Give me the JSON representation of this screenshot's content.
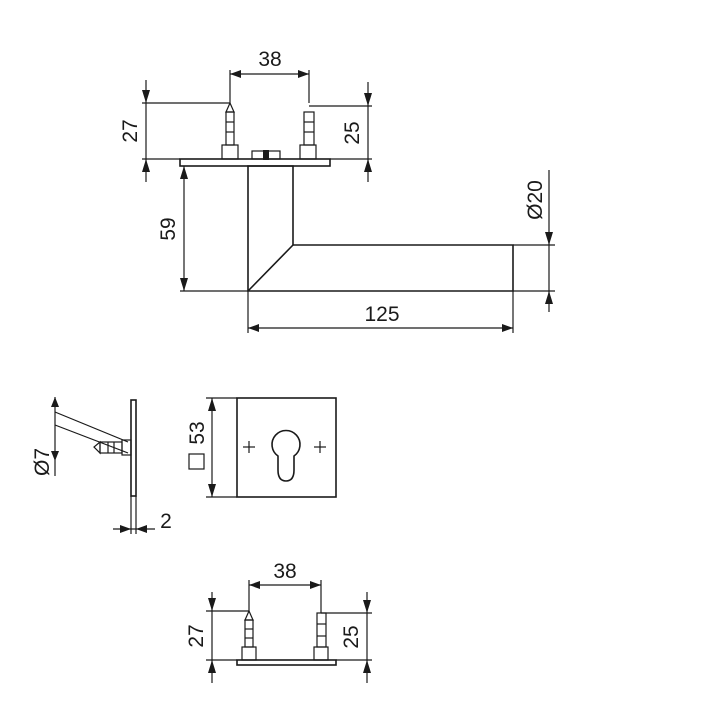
{
  "dimensions": {
    "top_spacing": "38",
    "top_left_height": "27",
    "top_right_height": "25",
    "rose_to_lever": "59",
    "lever_length": "125",
    "lever_diameter": "Ø20",
    "fixing_diameter": "Ø7",
    "rose_thickness": "2",
    "rose_square": "53",
    "bottom_spacing": "38",
    "bottom_left_height": "27",
    "bottom_right_height": "25"
  }
}
